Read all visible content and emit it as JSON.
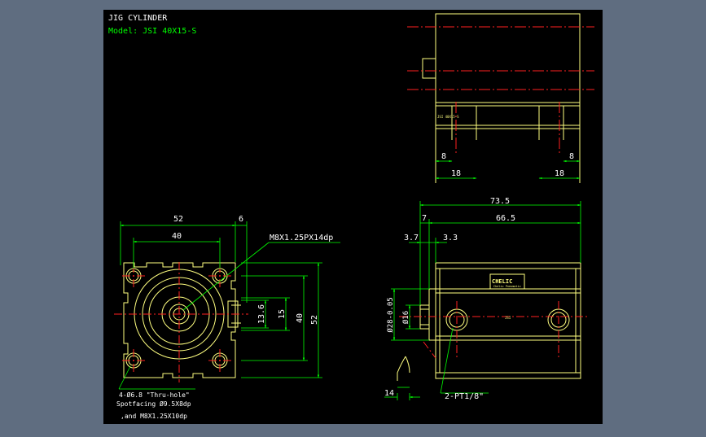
{
  "title": "JIG CYLINDER",
  "model": "Model: JSI 40X15-S",
  "colors": {
    "frame": "#5f6d80",
    "sheet": "#000000",
    "outline": "#ffff80",
    "dimension": "#00ff00",
    "centerline": "#ff2020",
    "text_white": "#ffffff"
  },
  "top_view": {
    "dims": {
      "left_inner": "8",
      "right_inner": "8",
      "left_outer": "18",
      "right_outer": "18"
    },
    "small_label": "JSI 40X15-S"
  },
  "front_view": {
    "dims": {
      "width_outer": "52",
      "width_inner": "40",
      "offset": "6",
      "h_inner": "40",
      "h_outer": "52",
      "h_15": "15",
      "h_13_6": "13.6"
    },
    "callout_tap": "M8X1.25PX14dp",
    "note_line1": "4-Ø6.8  \"Thru-hole\"",
    "note_line2": "Spotfacing  Ø9.5X8dp",
    "note_line3": ",and M8X1.25X10dp"
  },
  "side_view": {
    "dims": {
      "total": "73.5",
      "body": "66.5",
      "seven": "7",
      "three_seven": "3.7",
      "three_three": "3.3",
      "dia28": "Ø28-0.05",
      "dia16": "Ø16",
      "fourteen": "14"
    },
    "callout_port": "2-PT1/8\"",
    "logo": "CHELIC",
    "logo_sub": "Chelic Pneumatic",
    "small_label": "JSI"
  }
}
